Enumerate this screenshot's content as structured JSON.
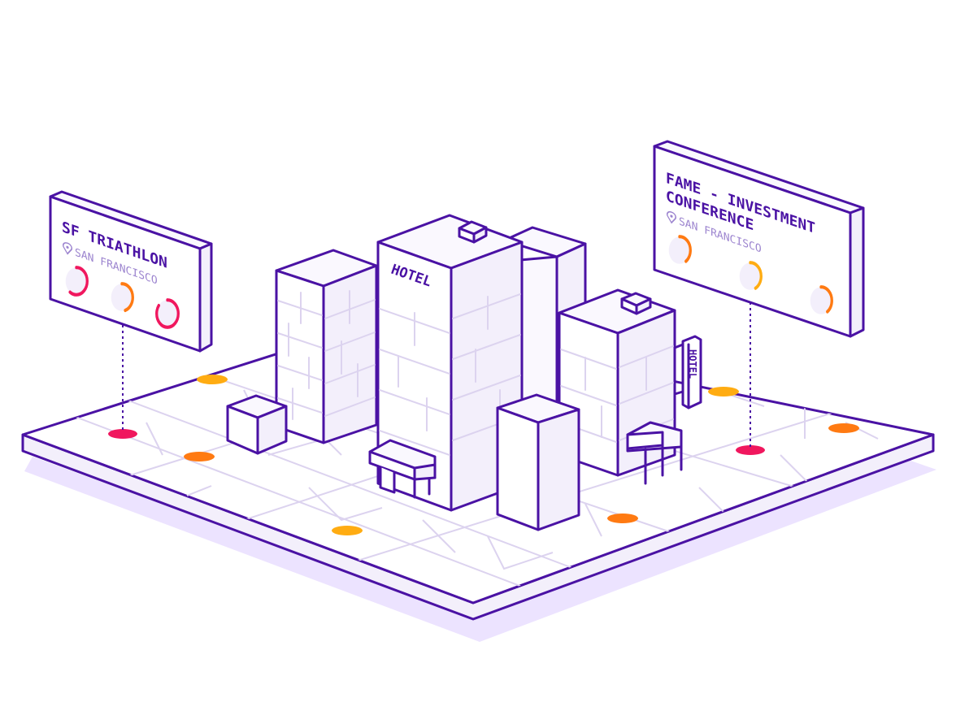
{
  "colors": {
    "outline": "#4a12a4",
    "face_light": "#faf8fe",
    "face_mid": "#f3effb",
    "face_dark": "#e9e3f6",
    "shadow": "#ece3ff",
    "street": "#dcd3ef",
    "pin_red": "#f0175e",
    "pin_orange": "#ff7a12",
    "pin_yellow": "#ffac12",
    "subtext": "#9c84cf"
  },
  "left_sign": {
    "title": "SF TRIATHLON",
    "location": "SAN FRANCISCO",
    "location_icon": "map-pin-icon",
    "gauges": [
      {
        "value": 0.6,
        "color": "#f0175e"
      },
      {
        "value": 0.45,
        "color": "#ff7a12"
      },
      {
        "value": 0.85,
        "color": "#f0175e"
      }
    ]
  },
  "right_sign": {
    "title_line1": "FAME - INVESTMENT",
    "title_line2": "CONFERENCE",
    "location": "SAN FRANCISCO",
    "location_icon": "map-pin-icon",
    "gauges": [
      {
        "value": 0.4,
        "color": "#ff7a12"
      },
      {
        "value": 0.42,
        "color": "#ffac12"
      },
      {
        "value": 0.4,
        "color": "#ff7a12"
      }
    ]
  },
  "buildings": {
    "main_hotel_label": "HOTEL",
    "side_hotel_sign": "HOTEL"
  }
}
